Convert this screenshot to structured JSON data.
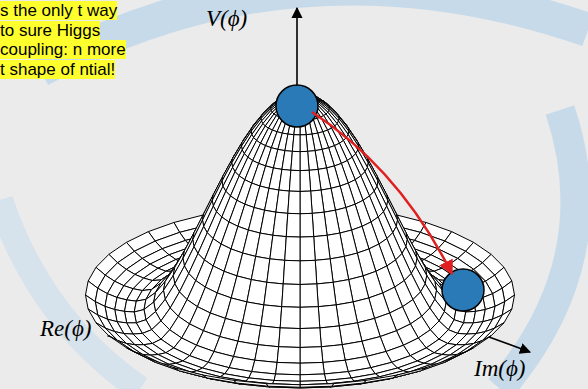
{
  "diagram": {
    "labels": [
      "s the only t way to sure Higgs coupling: n more t shape of ntial!",
      "V(ϕ)",
      "Re(ϕ)",
      "Im(ϕ)"
    ]
  }
}
